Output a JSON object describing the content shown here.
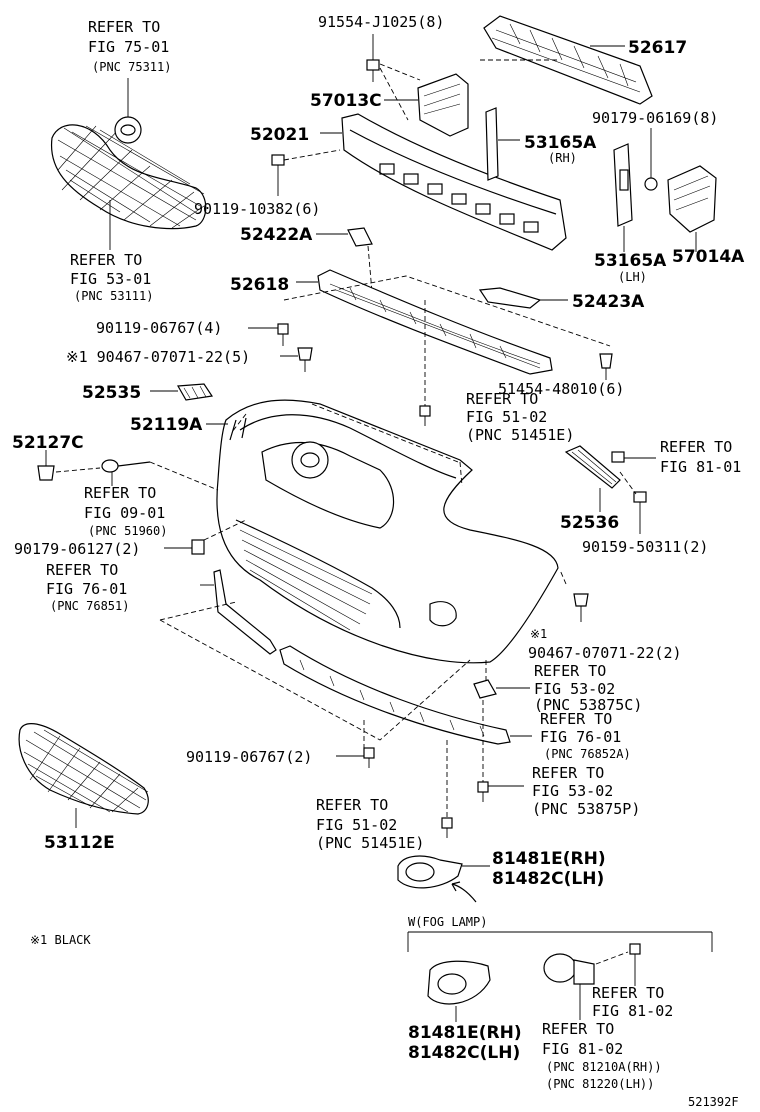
{
  "labels": {
    "refer_75_01": [
      "REFER TO",
      "FIG 75-01",
      "(PNC 75311)"
    ],
    "p_91554": "91554-J1025(8)",
    "p_52617": "52617",
    "p_57013c": "57013C",
    "p_90179_06169": "90179-06169(8)",
    "p_52021": "52021",
    "p_53165a_rh": "53165A",
    "rh": "(RH)",
    "p_90119_10382": "90119-10382(6)",
    "p_52422a": "52422A",
    "p_53165a_lh": "53165A",
    "lh": "(LH)",
    "p_57014a": "57014A",
    "refer_53_01": [
      "REFER TO",
      "FIG 53-01",
      "(PNC 53111)"
    ],
    "p_52618": "52618",
    "p_52423a": "52423A",
    "p_90119_06767_4": "90119-06767(4)",
    "p_90467_5": "※1 90467-07071-22(5)",
    "p_51454": "51454-48010(6)",
    "p_52535": "52535",
    "refer_51_02_a": [
      "REFER TO",
      "FIG 51-02",
      "(PNC 51451E)"
    ],
    "p_52119a": "52119A",
    "p_52127c": "52127C",
    "refer_81_01": [
      "REFER TO",
      "FIG 81-01"
    ],
    "refer_09_01": [
      "REFER TO",
      "FIG 09-01",
      "(PNC 51960)"
    ],
    "p_52536": "52536",
    "p_90179_06127": "90179-06127(2)",
    "p_90159": "90159-50311(2)",
    "refer_76_01_a": [
      "REFER TO",
      "FIG 76-01",
      "(PNC 76851)"
    ],
    "note_mark": "※1",
    "p_90467_2": "90467-07071-22(2)",
    "refer_53_02_a": [
      "REFER TO",
      "FIG 53-02",
      "(PNC 53875C)"
    ],
    "refer_76_01_b": [
      "REFER TO",
      "FIG 76-01",
      "(PNC 76852A)"
    ],
    "p_90119_06767_2": "90119-06767(2)",
    "refer_53_02_b": [
      "REFER TO",
      "FIG 53-02",
      "(PNC 53875P)"
    ],
    "p_53112e": "53112E",
    "refer_51_02_b": [
      "REFER TO",
      "FIG 51-02",
      "(PNC 51451E)"
    ],
    "p_81481e_a": "81481E(RH)",
    "p_81482c_a": "81482C(LH)",
    "fog_lamp": "W(FOG LAMP)",
    "note_black": "※1 BLACK",
    "refer_81_02_a": [
      "REFER TO",
      "FIG 81-02"
    ],
    "p_81481e_b": "81481E(RH)",
    "p_81482c_b": "81482C(LH)",
    "refer_81_02_b": [
      "REFER TO",
      "FIG 81-02",
      "(PNC 81210A(RH))",
      "(PNC 81220(LH))"
    ],
    "diagram_id": "521392F"
  }
}
